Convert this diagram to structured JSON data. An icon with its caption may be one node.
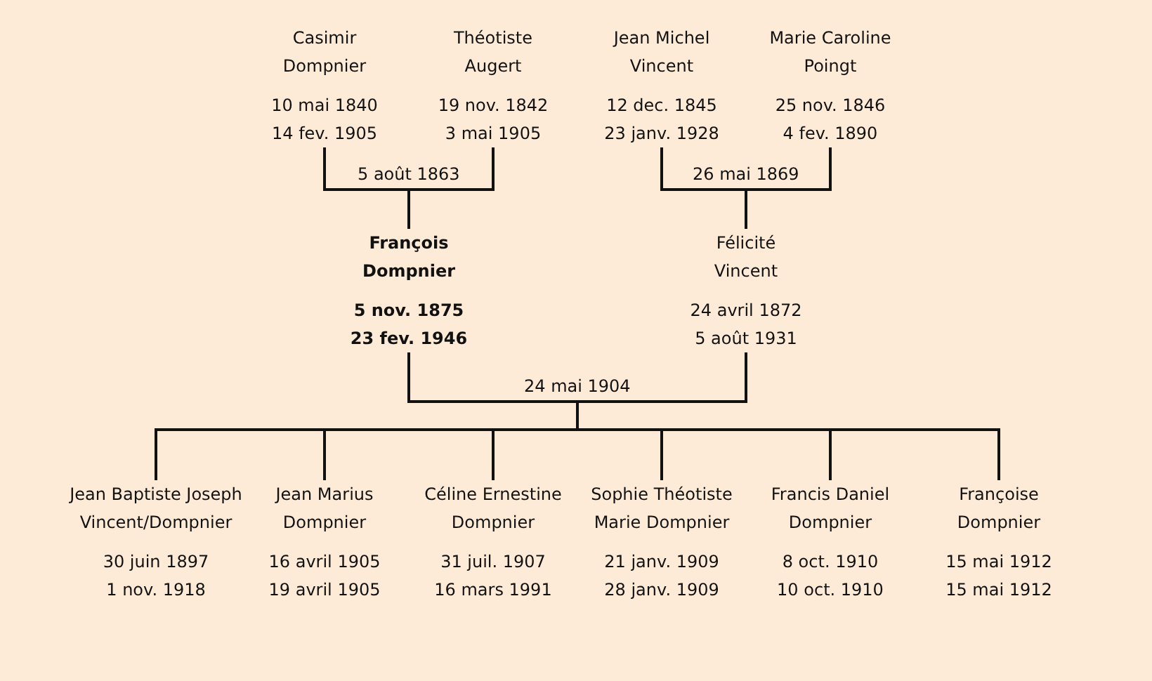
{
  "diagram": {
    "nodes": [
      {
        "text": [
          "Casimir Dompnier",
          "10 mai 1840",
          "14 fev. 1905"
        ]
      },
      {
        "text": [
          "Théotiste Augert",
          "19 nov. 1842",
          "3 mai 1905"
        ]
      },
      {
        "text": [
          "Jean Michel Vincent",
          "12 dec. 1845",
          "23 janv. 1928"
        ]
      },
      {
        "text": [
          "Marie Caroline Poingt",
          "25 nov. 1846",
          "4 fev. 1890"
        ]
      },
      {
        "text": [
          "François Dompnier",
          "5 nov. 1875",
          "23 fev. 1946"
        ]
      },
      {
        "text": [
          "Félicité Vincent",
          "24 avril 1872",
          "5 août 1931"
        ]
      },
      {
        "text": [
          "Jean Baptiste Joseph Vincent/Dompnier",
          "30 juin 1897",
          "1 nov. 1918"
        ]
      },
      {
        "text": [
          "Jean Marius Dompnier",
          "16 avril 1905",
          "19 avril 1905"
        ]
      },
      {
        "text": [
          "Céline Ernestine Dompnier",
          "31 juil. 1907",
          "16 mars 1991"
        ]
      },
      {
        "text": [
          "Sophie Théotiste Marie Dompnier",
          "21 janv. 1909",
          "28 janv. 1909"
        ]
      },
      {
        "text": [
          "Francis Daniel Dompnier",
          "8 oct. 1910",
          "10 oct. 1910"
        ]
      },
      {
        "text": [
          "Françoise Dompnier",
          "15 mai 1912",
          "15 mai 1912"
        ]
      }
    ],
    "edges": [
      {
        "from": 0,
        "to": 1,
        "arrow": "none",
        "label": "5 août 1863"
      },
      {
        "from": 0,
        "to": 4,
        "arrow": "none"
      },
      {
        "from": 1,
        "to": 4,
        "arrow": "none"
      },
      {
        "from": 2,
        "to": 3,
        "arrow": "none",
        "label": "26 mai 1869"
      },
      {
        "from": 2,
        "to": 5,
        "arrow": "none"
      },
      {
        "from": 3,
        "to": 5,
        "arrow": "none"
      },
      {
        "from": 4,
        "to": 5,
        "arrow": "none",
        "label": "24 mai 1904"
      },
      {
        "from": 4,
        "to": 6,
        "arrow": "none"
      },
      {
        "from": 4,
        "to": 7,
        "arrow": "none"
      },
      {
        "from": 4,
        "to": 8,
        "arrow": "none"
      },
      {
        "from": 4,
        "to": 9,
        "arrow": "none"
      },
      {
        "from": 4,
        "to": 10,
        "arrow": "none"
      },
      {
        "from": 4,
        "to": 11,
        "arrow": "none"
      },
      {
        "from": 5,
        "to": 6,
        "arrow": "none"
      },
      {
        "from": 5,
        "to": 7,
        "arrow": "none"
      },
      {
        "from": 5,
        "to": 8,
        "arrow": "none"
      },
      {
        "from": 5,
        "to": 9,
        "arrow": "none"
      },
      {
        "from": 5,
        "to": 10,
        "arrow": "none"
      },
      {
        "from": 5,
        "to": 11,
        "arrow": "none"
      }
    ]
  }
}
